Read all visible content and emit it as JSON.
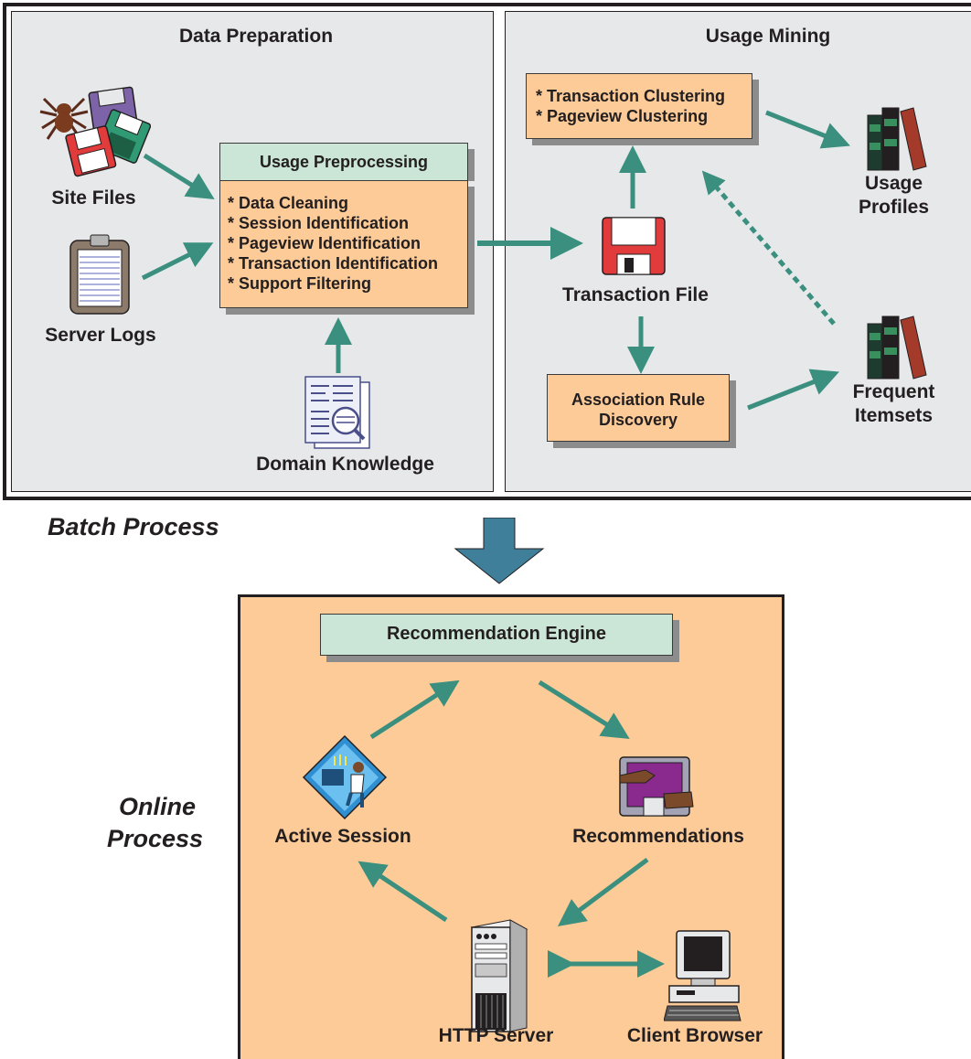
{
  "batch": {
    "label": "Batch Process",
    "data_preparation": {
      "title": "Data Preparation",
      "site_files": "Site Files",
      "server_logs": "Server Logs",
      "domain_knowledge": "Domain Knowledge",
      "preprocessing": {
        "title": "Usage Preprocessing",
        "steps": [
          "* Data Cleaning",
          "* Session Identification",
          "* Pageview Identification",
          "* Transaction Identification",
          "* Support Filtering"
        ]
      }
    },
    "usage_mining": {
      "title": "Usage Mining",
      "clustering": [
        "* Transaction Clustering",
        "* Pageview Clustering"
      ],
      "transaction_file": "Transaction File",
      "association_rule": [
        "Association Rule",
        "Discovery"
      ],
      "usage_profiles": [
        "Usage",
        "Profiles"
      ],
      "frequent_itemsets": [
        "Frequent",
        "Itemsets"
      ]
    }
  },
  "online": {
    "label": [
      "Online",
      "Process"
    ],
    "engine": "Recommendation Engine",
    "active_session": "Active Session",
    "recommendations": "Recommendations",
    "http_server": "HTTP Server",
    "client_browser": "Client Browser"
  },
  "colors": {
    "arrow": "#3a8f7e",
    "batch_arrow": "#3f7f99",
    "panel_gray": "#e7e8ea",
    "orange": "#fdcb97",
    "green": "#cbe6d6"
  }
}
